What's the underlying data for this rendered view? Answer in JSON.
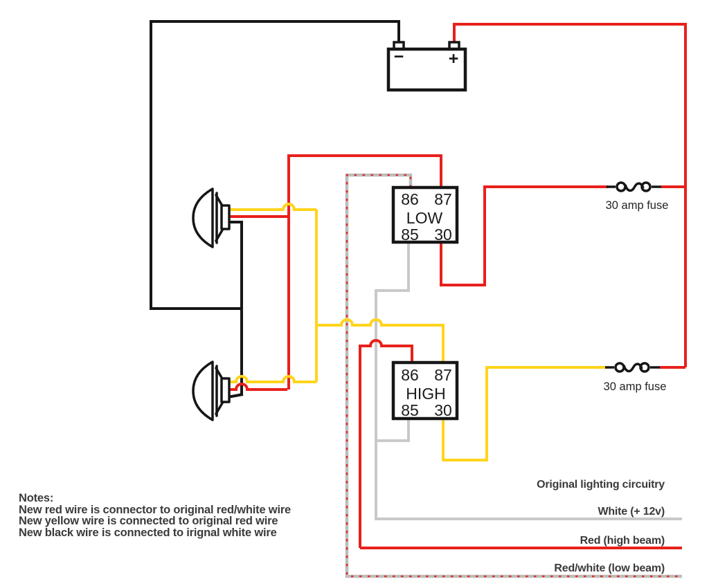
{
  "diagram": {
    "battery": {
      "minus_label": "−",
      "plus_label": "+"
    },
    "relay_low": {
      "t86": "86",
      "t87": "87",
      "name": "LOW",
      "t85": "85",
      "t30": "30"
    },
    "relay_high": {
      "t86": "86",
      "t87": "87",
      "name": "HIGH",
      "t85": "85",
      "t30": "30"
    },
    "fuse_low_label": "30 amp fuse",
    "fuse_high_label": "30 amp fuse",
    "legend": {
      "title": "Original lighting circuitry",
      "white": "White (+ 12v)",
      "red": "Red (high beam)",
      "redwhite": "Red/white (low beam)"
    },
    "notes": {
      "title": "Notes:",
      "line1": "New red wire is connector to original red/white wire",
      "line2": "New yellow wire is connected to original red wire",
      "line3": "New black wire is connected to irignal white wire"
    },
    "colors": {
      "black": "#161616",
      "red": "#e8201b",
      "yellow": "#ffd41c",
      "gray": "#c9c9c9",
      "dotted_base": "#bdbdbd",
      "dotted_dash": "#e03028"
    }
  }
}
